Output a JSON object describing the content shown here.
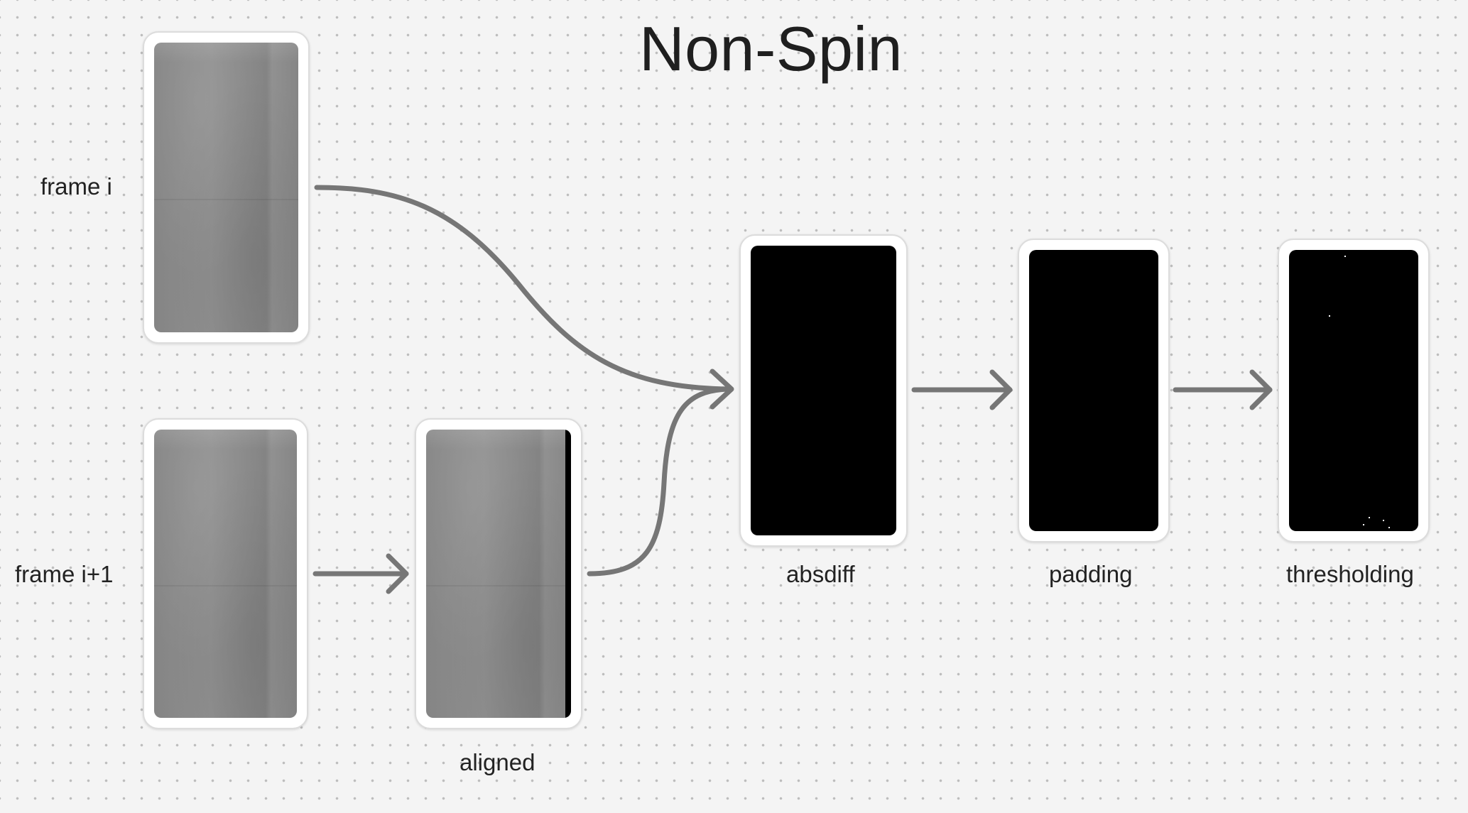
{
  "title": "Non-Spin",
  "labels": {
    "frame_i": "frame i",
    "frame_i1": "frame i+1",
    "aligned": "aligned",
    "absdiff": "absdiff",
    "padding": "padding",
    "thresholding": "thresholding"
  },
  "colors": {
    "background": "#f4f4f4",
    "arrow": "#767676",
    "frame_image": "#8a8a8a",
    "result_image": "#000000"
  },
  "icons": [
    "arrow-icon"
  ]
}
